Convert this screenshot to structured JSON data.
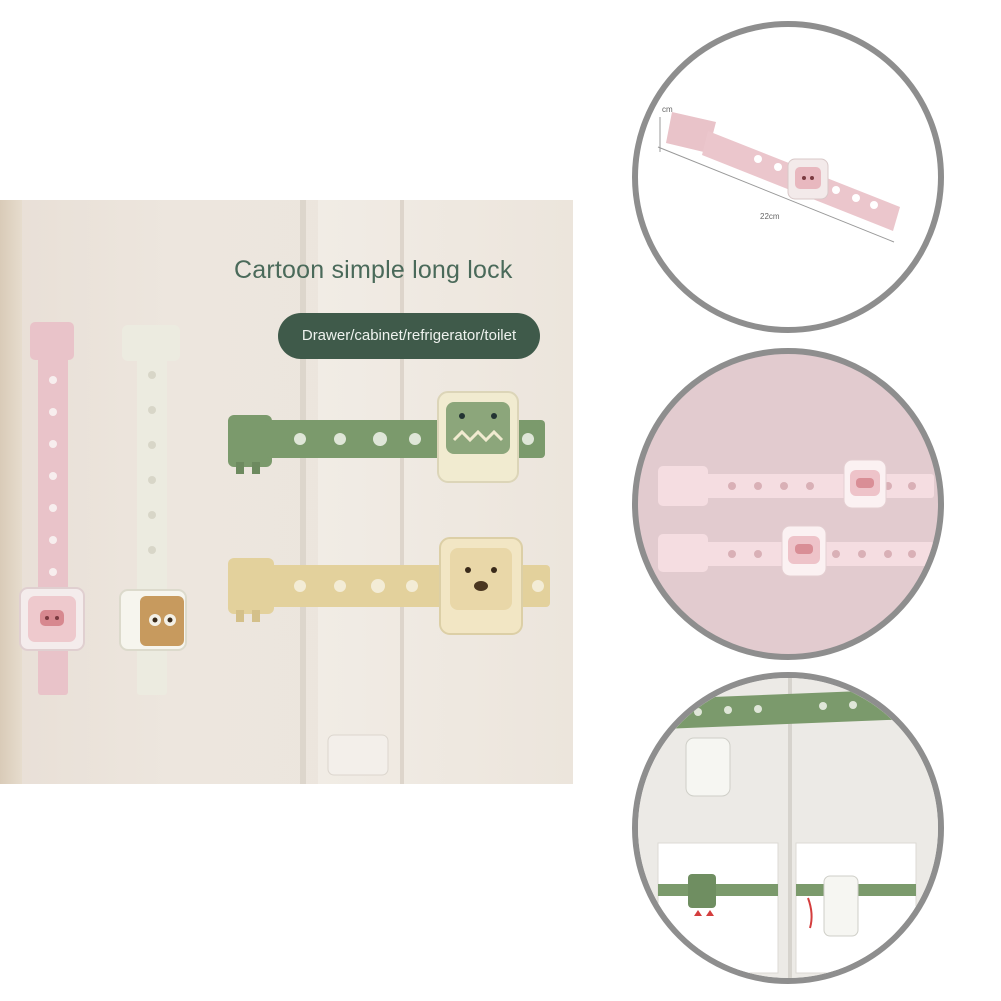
{
  "main": {
    "title": "Cartoon simple long lock",
    "subtitle": "Drawer/cabinet/refrigerator/toilet"
  },
  "detail_top": {
    "dim_short": "cm",
    "dim_long": "22cm"
  },
  "colors": {
    "pink": "#e9c3c9",
    "cream": "#ecebe0",
    "green": "#7b9a6c",
    "yellow": "#e3d19c",
    "pill": "#3f5a4a",
    "title": "#4a6a5a",
    "ring": "#8e8e8e"
  }
}
